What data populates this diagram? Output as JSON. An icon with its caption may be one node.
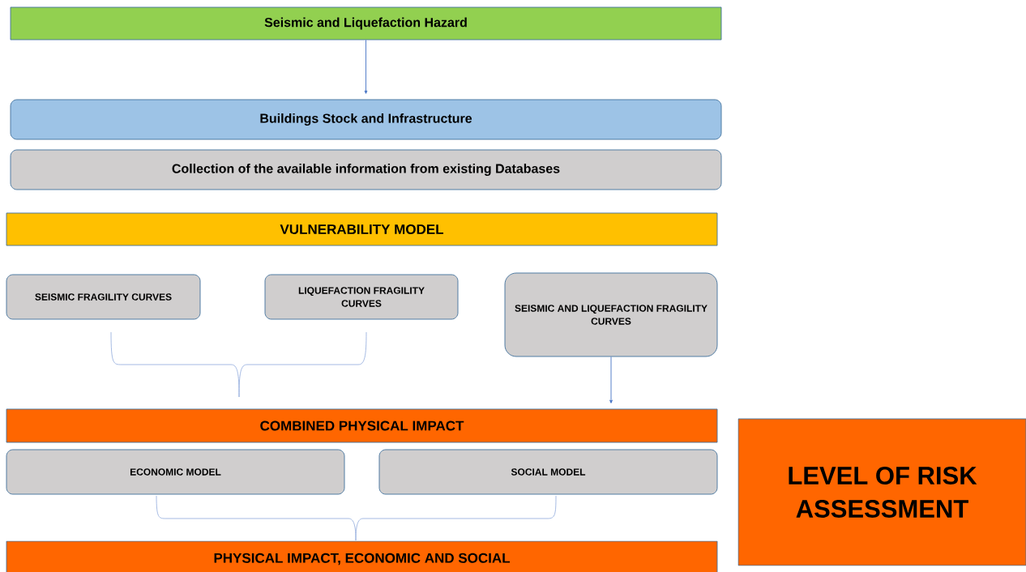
{
  "diagram": {
    "nodes": [
      {
        "text": [
          "Seismic and Liquefaction Hazard"
        ]
      },
      {
        "text": [
          "Buildings Stock and Infrastructure"
        ]
      },
      {
        "text": [
          "Collection of the available information from existing Databases"
        ]
      },
      {
        "text": [
          "VULNERABILITY MODEL"
        ]
      },
      {
        "text": [
          "SEISMIC FRAGILITY CURVES"
        ]
      },
      {
        "text": [
          "LIQUEFACTION FRAGILITY CURVES"
        ]
      },
      {
        "text": [
          "SEISMIC AND LIQUEFACTION FRAGILITY CURVES"
        ]
      },
      {
        "text": [
          "COMBINED PHYSICAL IMPACT"
        ]
      },
      {
        "text": [
          "ECONOMIC MODEL"
        ]
      },
      {
        "text": [
          "SOCIAL MODEL"
        ]
      },
      {
        "text": [
          "PHYSICAL IMPACT, ECONOMIC AND SOCIAL"
        ]
      },
      {
        "text": [
          "LEVEL OF RISK ASSESSMENT"
        ]
      }
    ],
    "edges": [
      {
        "from": 0,
        "to": 1,
        "arrow": "to"
      },
      {
        "from": 6,
        "to": 7,
        "arrow": "to"
      }
    ]
  }
}
